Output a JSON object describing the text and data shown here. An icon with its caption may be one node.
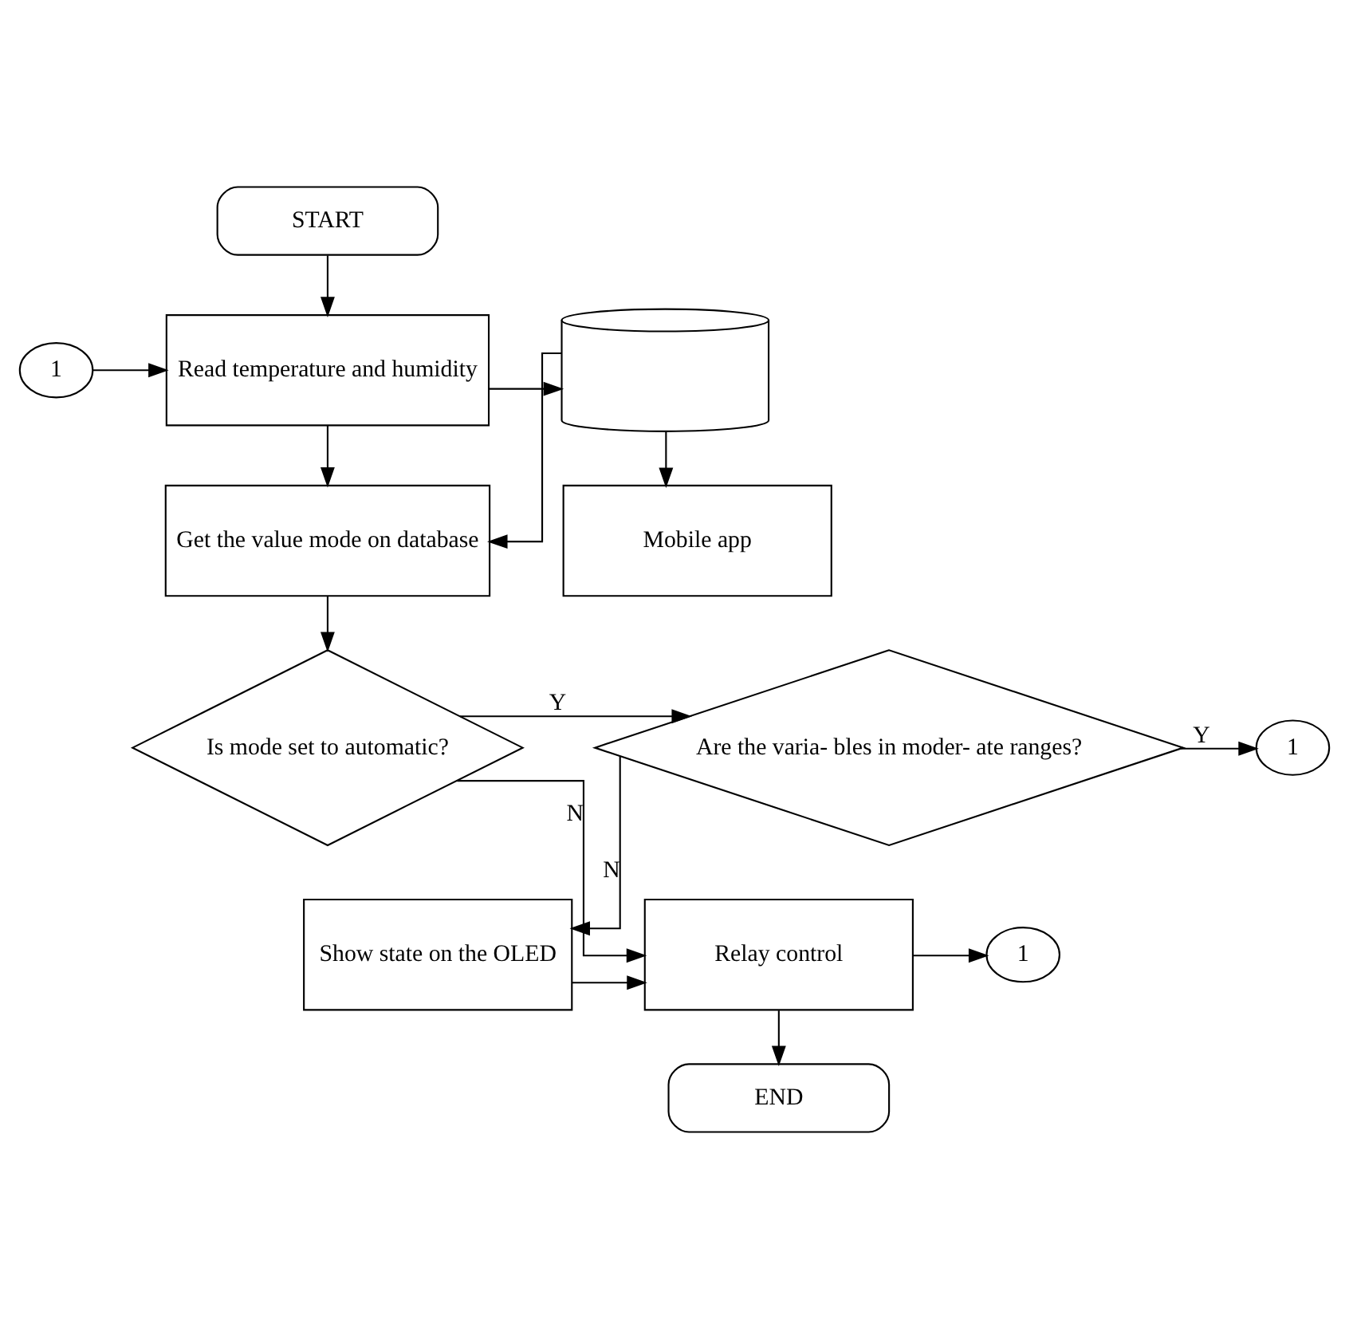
{
  "diagram": {
    "nodes": [
      {
        "text": [
          "START"
        ]
      },
      {
        "text": [
          "1"
        ]
      },
      {
        "text": [
          "Read temperature and humidity"
        ]
      },
      {
        "text": [
          "Mobile app"
        ]
      },
      {
        "text": [],
        "shape": "cylinder"
      },
      {
        "text": [
          "Get the value mode on database"
        ]
      },
      {
        "text": [
          "Is mode set to automatic?"
        ]
      },
      {
        "text": [
          "Are the varia- bles in moder- ate ranges?"
        ]
      },
      {
        "text": [
          "1"
        ]
      },
      {
        "text": [
          "Relay control"
        ]
      },
      {
        "text": [
          "Show state on the OLED"
        ]
      },
      {
        "text": [
          "1"
        ]
      },
      {
        "text": [
          "END"
        ]
      }
    ],
    "edges": [
      {
        "from": 0,
        "to": 2,
        "arrow": "to"
      },
      {
        "from": 1,
        "to": 2,
        "arrow": "to"
      },
      {
        "from": 2,
        "to": 4,
        "arrow": "to"
      },
      {
        "from": 4,
        "to": 3,
        "arrow": "to"
      },
      {
        "from": 2,
        "to": 5,
        "arrow": "to"
      },
      {
        "from": 4,
        "to": 5,
        "arrow": "to"
      },
      {
        "from": 5,
        "to": 6,
        "arrow": "to"
      },
      {
        "from": 6,
        "to": 7,
        "arrow": "to",
        "label": "Y"
      },
      {
        "from": 7,
        "to": 8,
        "arrow": "to",
        "label": "Y"
      },
      {
        "from": 6,
        "to": 9,
        "arrow": "to",
        "label": "N"
      },
      {
        "from": 7,
        "to": 10,
        "arrow": "to",
        "label": "N"
      },
      {
        "from": 10,
        "to": 9,
        "arrow": "to"
      },
      {
        "from": 9,
        "to": 11,
        "arrow": "to"
      },
      {
        "from": 9,
        "to": 12,
        "arrow": "to"
      }
    ]
  }
}
